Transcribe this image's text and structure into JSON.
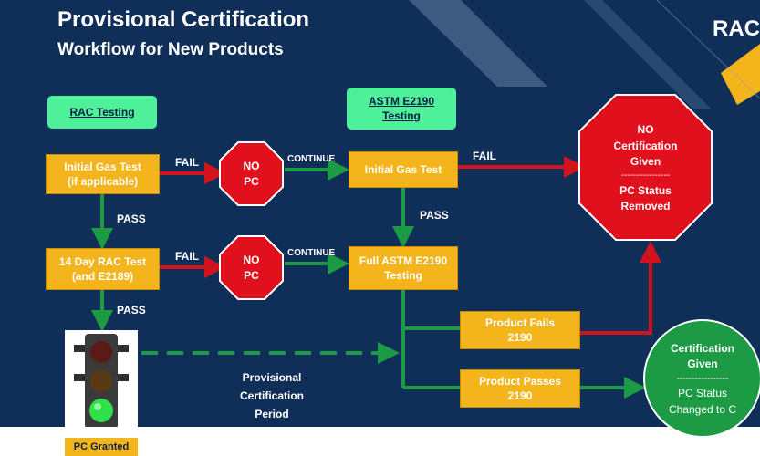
{
  "slide": {
    "title_line1": "Provisional Certification",
    "title_line2": "Workflow for New Products",
    "brand": "RAC"
  },
  "headers": {
    "rac_testing": "RAC Testing",
    "astm_line1": "ASTM E2190",
    "astm_line2": "Testing"
  },
  "boxes": {
    "initial_gas_rac_line1": "Initial Gas Test",
    "initial_gas_rac_line2": "(if applicable)",
    "day14_line1": "14 Day RAC Test",
    "day14_line2": "(and E2189)",
    "initial_gas_astm": "Initial Gas Test",
    "full_astm_line1": "Full ASTM E2190",
    "full_astm_line2": "Testing",
    "fails_line1": "Product Fails",
    "fails_line2": "2190",
    "passes_line1": "Product Passes",
    "passes_line2": "2190",
    "pc_granted": "PC Granted"
  },
  "octagons": {
    "no_pc_1_line1": "NO",
    "no_pc_1_line2": "PC",
    "no_pc_2_line1": "NO",
    "no_pc_2_line2": "PC",
    "no_cert_line1": "NO",
    "no_cert_line2": "Certification",
    "no_cert_line3": "Given",
    "no_cert_divider": "----------------",
    "no_cert_line4": "PC Status",
    "no_cert_line5": "Removed"
  },
  "circle": {
    "line1": "Certification",
    "line2": "Given",
    "divider": "-----------------",
    "line3": "PC Status",
    "line4": "Changed to C"
  },
  "edge_labels": {
    "fail_1": "FAIL",
    "fail_2": "FAIL",
    "fail_3": "FAIL",
    "continue_1": "CONTINUE",
    "continue_2": "CONTINUE",
    "pass_1": "PASS",
    "pass_2": "PASS",
    "pass_3": "PASS"
  },
  "period": {
    "line1": "Provisional",
    "line2": "Certification",
    "line3": "Period"
  },
  "colors": {
    "background": "#0f2e58",
    "box_gold": "#f4b41c",
    "header_green": "#4ef09a",
    "fail_red": "#d2121d",
    "pass_green": "#1c9a44",
    "circle_green": "#1c9a44",
    "stop_red": "#e0101c"
  }
}
